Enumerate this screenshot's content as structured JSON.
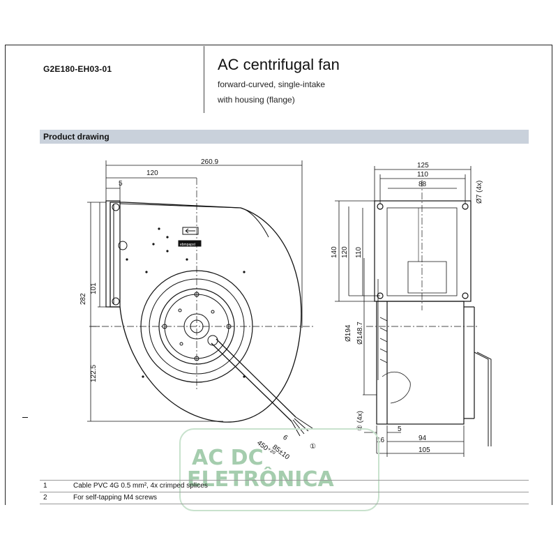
{
  "header": {
    "model": "G2E180-EH03-01",
    "title": "AC centrifugal fan",
    "subtitle1": "forward-curved, single-intake",
    "subtitle2": "with housing (flange)"
  },
  "section": {
    "title": "Product drawing"
  },
  "dimensions": {
    "d260_9": "260.9",
    "d120": "120",
    "d5_top": "5",
    "d282": "282",
    "d101": "101",
    "d122_5": "122.5",
    "d125": "125",
    "d110_top": "110",
    "d88": "88",
    "d7_4x": "Ø7 (4x)",
    "d140": "140",
    "d120_v": "120",
    "d110_v": "110",
    "d194": "Ø194",
    "d148_7": "Ø148.7",
    "d2_4x": "② (4x)",
    "d16": "16",
    "d5_bot": "5",
    "d94": "94",
    "d105": "105",
    "d450": "450⁺²⁰",
    "d85": "85±10",
    "d6": "6",
    "callout1": "①"
  },
  "notes": [
    {
      "num": "1",
      "text": "Cable PVC 4G 0.5 mm², 4x crimped splices"
    },
    {
      "num": "2",
      "text": "For self-tapping M4 screws"
    }
  ],
  "fan_label": "ebmpapst",
  "watermark": {
    "line1": "AC  DC",
    "line2": "ELETRÔNICA",
    "color": "#8fc19a"
  }
}
